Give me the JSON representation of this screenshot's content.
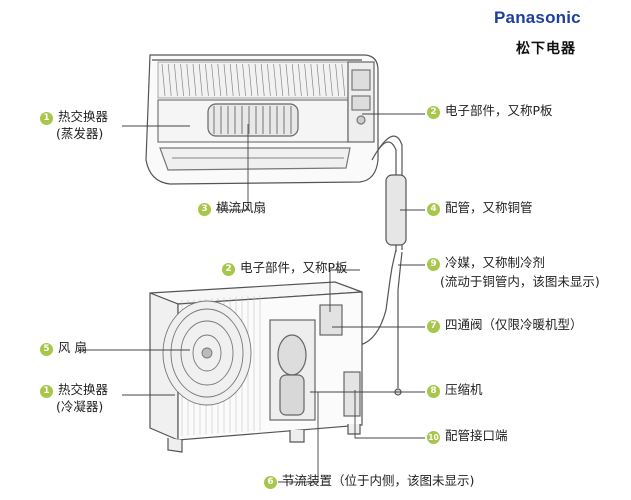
{
  "brand": {
    "logo_text": "Panasonic",
    "logo_cn": "松下电器"
  },
  "colors": {
    "badge": "#a8c64a",
    "line": "#444444",
    "drawing": "#555555"
  },
  "callouts": [
    {
      "num": "1",
      "line1": "热交换器",
      "line2": "(蒸发器)"
    },
    {
      "num": "2",
      "line1": "电子部件，又称P板"
    },
    {
      "num": "3",
      "line1": "横流风扇"
    },
    {
      "num": "4",
      "line1": "配管，又称铜管"
    },
    {
      "num": "2",
      "line1": "电子部件，又称P板"
    },
    {
      "num": "9",
      "line1": "冷媒，又称制冷剂",
      "line2": "(流动于铜管内，该图未显示)"
    },
    {
      "num": "5",
      "line1": "风 扇"
    },
    {
      "num": "7",
      "line1": "四通阀（仅限冷暖机型）"
    },
    {
      "num": "1",
      "line1": "热交换器",
      "line2": "(冷凝器)"
    },
    {
      "num": "8",
      "line1": "压缩机"
    },
    {
      "num": "10",
      "line1": "配管接口端"
    },
    {
      "num": "6",
      "line1": "节流装置（位于内侧，该图未显示)"
    }
  ]
}
